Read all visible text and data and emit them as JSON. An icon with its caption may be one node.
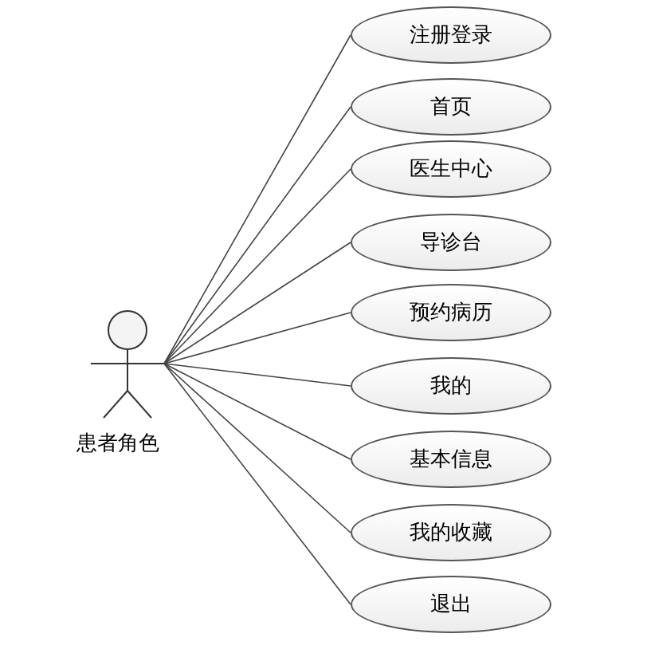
{
  "diagram": {
    "nodes": [
      {
        "text": [
          "患者角色"
        ]
      },
      {
        "text": [
          "注册登录"
        ]
      },
      {
        "text": [
          "首页"
        ]
      },
      {
        "text": [
          "医生中心"
        ]
      },
      {
        "text": [
          "导诊台"
        ]
      },
      {
        "text": [
          "预约病历"
        ]
      },
      {
        "text": [
          "我的"
        ]
      },
      {
        "text": [
          "基本信息"
        ]
      },
      {
        "text": [
          "我的收藏"
        ]
      },
      {
        "text": [
          "退出"
        ]
      }
    ],
    "edges": [
      {
        "from": 0,
        "to": 1,
        "arrow": "none"
      },
      {
        "from": 0,
        "to": 2,
        "arrow": "none"
      },
      {
        "from": 0,
        "to": 3,
        "arrow": "none"
      },
      {
        "from": 0,
        "to": 4,
        "arrow": "none"
      },
      {
        "from": 0,
        "to": 5,
        "arrow": "none"
      },
      {
        "from": 0,
        "to": 6,
        "arrow": "none"
      },
      {
        "from": 0,
        "to": 7,
        "arrow": "none"
      },
      {
        "from": 0,
        "to": 8,
        "arrow": "none"
      },
      {
        "from": 0,
        "to": 9,
        "arrow": "none"
      }
    ]
  }
}
